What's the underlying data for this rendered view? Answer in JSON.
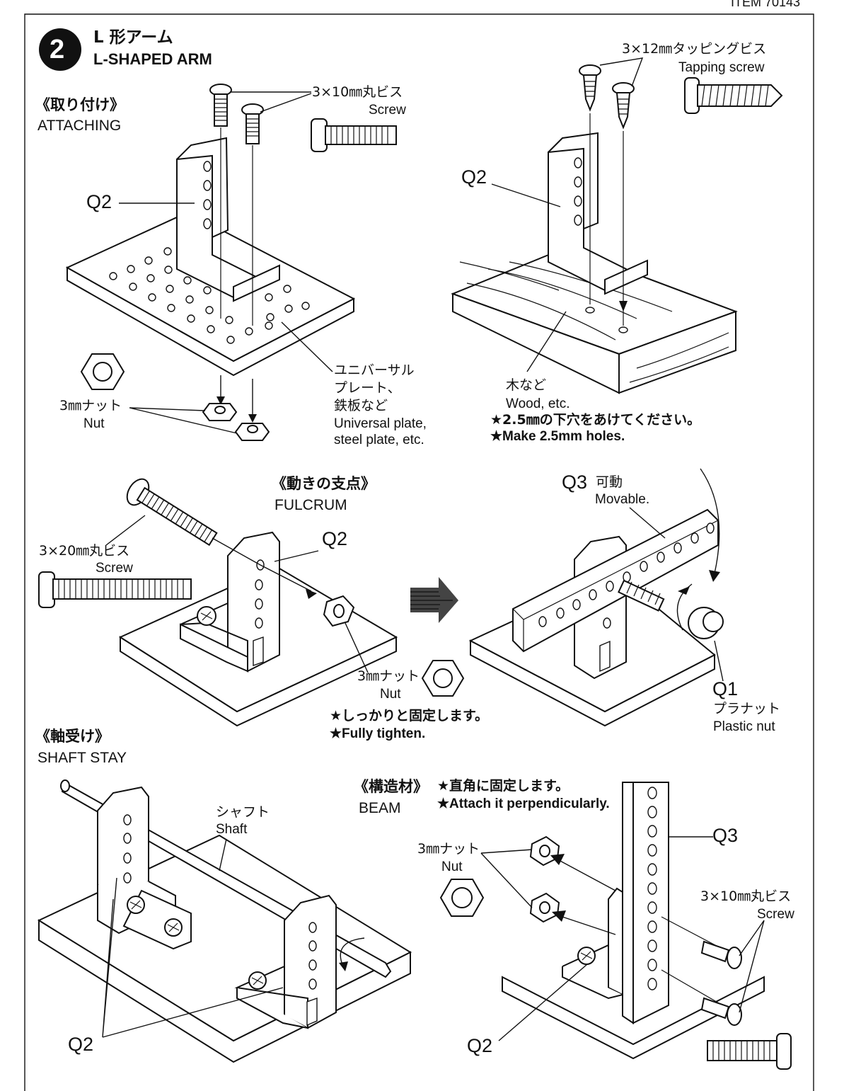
{
  "header": {
    "item_no": "ITEM 70143"
  },
  "step": {
    "number": "2",
    "title_jp": "L 形アーム",
    "title_en": "L-SHAPED ARM"
  },
  "attaching": {
    "heading_jp": "《取り付け》",
    "heading_en": "ATTACHING",
    "screw_jp": "3×10㎜丸ビス",
    "screw_en": "Screw",
    "part_q2": "Q2",
    "plate_jp_1": "ユニバーサル",
    "plate_jp_2": "プレート、",
    "plate_jp_3": "鉄板など",
    "plate_en_1": "Universal plate,",
    "plate_en_2": "steel plate, etc.",
    "nut_jp": "3㎜ナット",
    "nut_en": "Nut"
  },
  "wood": {
    "tapping_jp": "3×12㎜タッピングビス",
    "tapping_en": "Tapping screw",
    "part_q2": "Q2",
    "wood_jp": "木など",
    "wood_en": "Wood, etc.",
    "note_jp": "★2.5㎜の下穴をあけてください。",
    "note_en": "★Make 2.5mm holes."
  },
  "fulcrum": {
    "heading_jp": "《動きの支点》",
    "heading_en": "FULCRUM",
    "screw_jp": "3×20㎜丸ビス",
    "screw_en": "Screw",
    "part_q2": "Q2",
    "nut_jp": "3㎜ナット",
    "nut_en": "Nut",
    "note_jp": "★しっかりと固定します。",
    "note_en": "★Fully tighten.",
    "part_q3": "Q3",
    "movable_jp": "可動",
    "movable_en": "Movable.",
    "part_q1": "Q1",
    "plastic_nut_jp": "プラナット",
    "plastic_nut_en": "Plastic nut"
  },
  "shaft_stay": {
    "heading_jp": "《軸受け》",
    "heading_en": "SHAFT STAY",
    "shaft_jp": "シャフト",
    "shaft_en": "Shaft",
    "part_q2": "Q2"
  },
  "beam": {
    "heading_jp": "《構造材》",
    "heading_en": "BEAM",
    "note_jp": "★直角に固定します。",
    "note_en": "★Attach it perpendicularly.",
    "nut_jp": "3㎜ナット",
    "nut_en": "Nut",
    "part_q3": "Q3",
    "screw_jp": "3×10㎜丸ビス",
    "screw_en": "Screw",
    "part_q2": "Q2"
  }
}
